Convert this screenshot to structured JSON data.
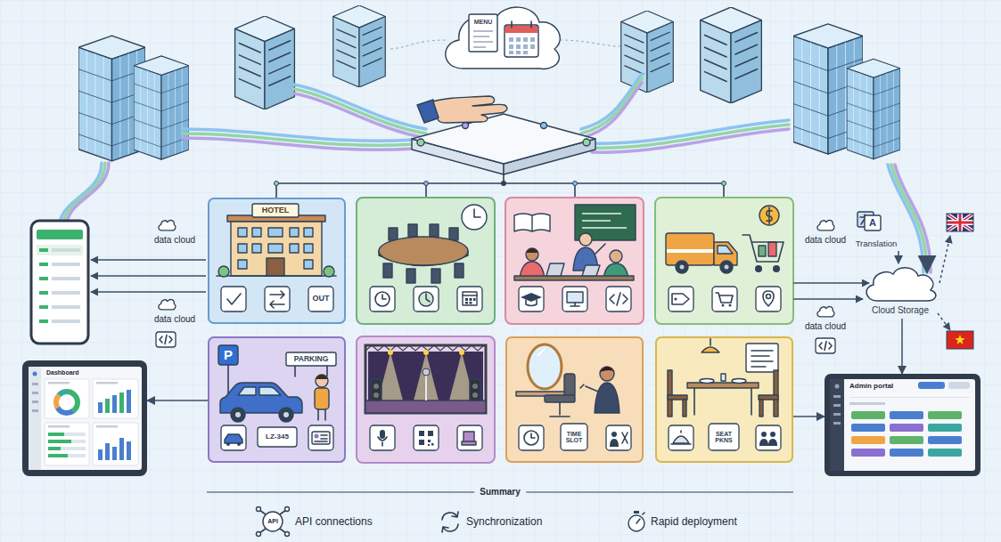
{
  "diagram": {
    "nodes": [
      {
        "text": [
          "MENU"
        ]
      },
      {
        "text": [
          "HOTEL",
          "OUT"
        ]
      },
      {
        "text": [
          "A",
          "Translation"
        ]
      },
      {
        "text": [
          "Cloud Storage"
        ]
      },
      {
        "text": [
          "P",
          "PARKING",
          "LZ-345"
        ]
      },
      {
        "text": [
          "TIME SLOT"
        ]
      },
      {
        "text": [
          "SEAT PKNS"
        ]
      },
      {
        "text": [
          "Dashboard"
        ]
      },
      {
        "text": [
          "Admin portal"
        ]
      }
    ],
    "edges": [
      {
        "from": 4,
        "to": 7,
        "arrow": "to"
      },
      {
        "from": 2,
        "to": 3,
        "arrow": "to"
      },
      {
        "from": 3,
        "to": 8,
        "arrow": "to"
      },
      {
        "from": 6,
        "to": 8,
        "arrow": "to"
      }
    ],
    "labels": [
      "data cloud",
      "data cloud",
      "data cloud",
      "data cloud",
      "Summary",
      "API",
      "API connections",
      "Synchronization",
      "Rapid deployment"
    ]
  }
}
